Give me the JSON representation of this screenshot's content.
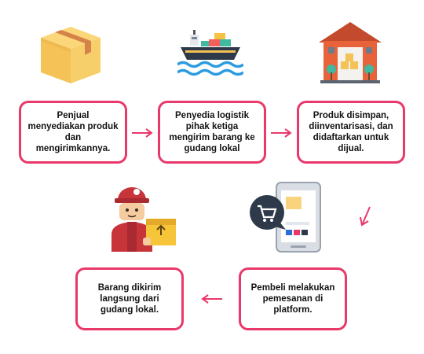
{
  "steps": [
    {
      "id": "seller",
      "text": "Penjual menyediakan produk dan mengirimkannya.",
      "icon": "cardboard-box-icon"
    },
    {
      "id": "logistics",
      "text": "Penyedia logistik pihak ketiga mengirim barang ke gudang lokal",
      "icon": "cargo-ship-icon"
    },
    {
      "id": "warehouse",
      "text": "Produk disimpan, diinventarisasi, dan didaftarkan untuk dijual.",
      "icon": "warehouse-icon"
    },
    {
      "id": "buyer",
      "text": "Pembeli melakukan pemesanan di platform.",
      "icon": "mobile-shopping-icon"
    },
    {
      "id": "delivery",
      "text": "Barang dikirim langsung dari gudang lokal.",
      "icon": "courier-icon"
    }
  ],
  "colors": {
    "accent": "#e9386a",
    "box_tan": "#f7c85b",
    "ship_hull": "#2e3a4a",
    "water": "#2b9be0",
    "warehouse_wall": "#e8623a",
    "courier_red": "#c7343a"
  }
}
